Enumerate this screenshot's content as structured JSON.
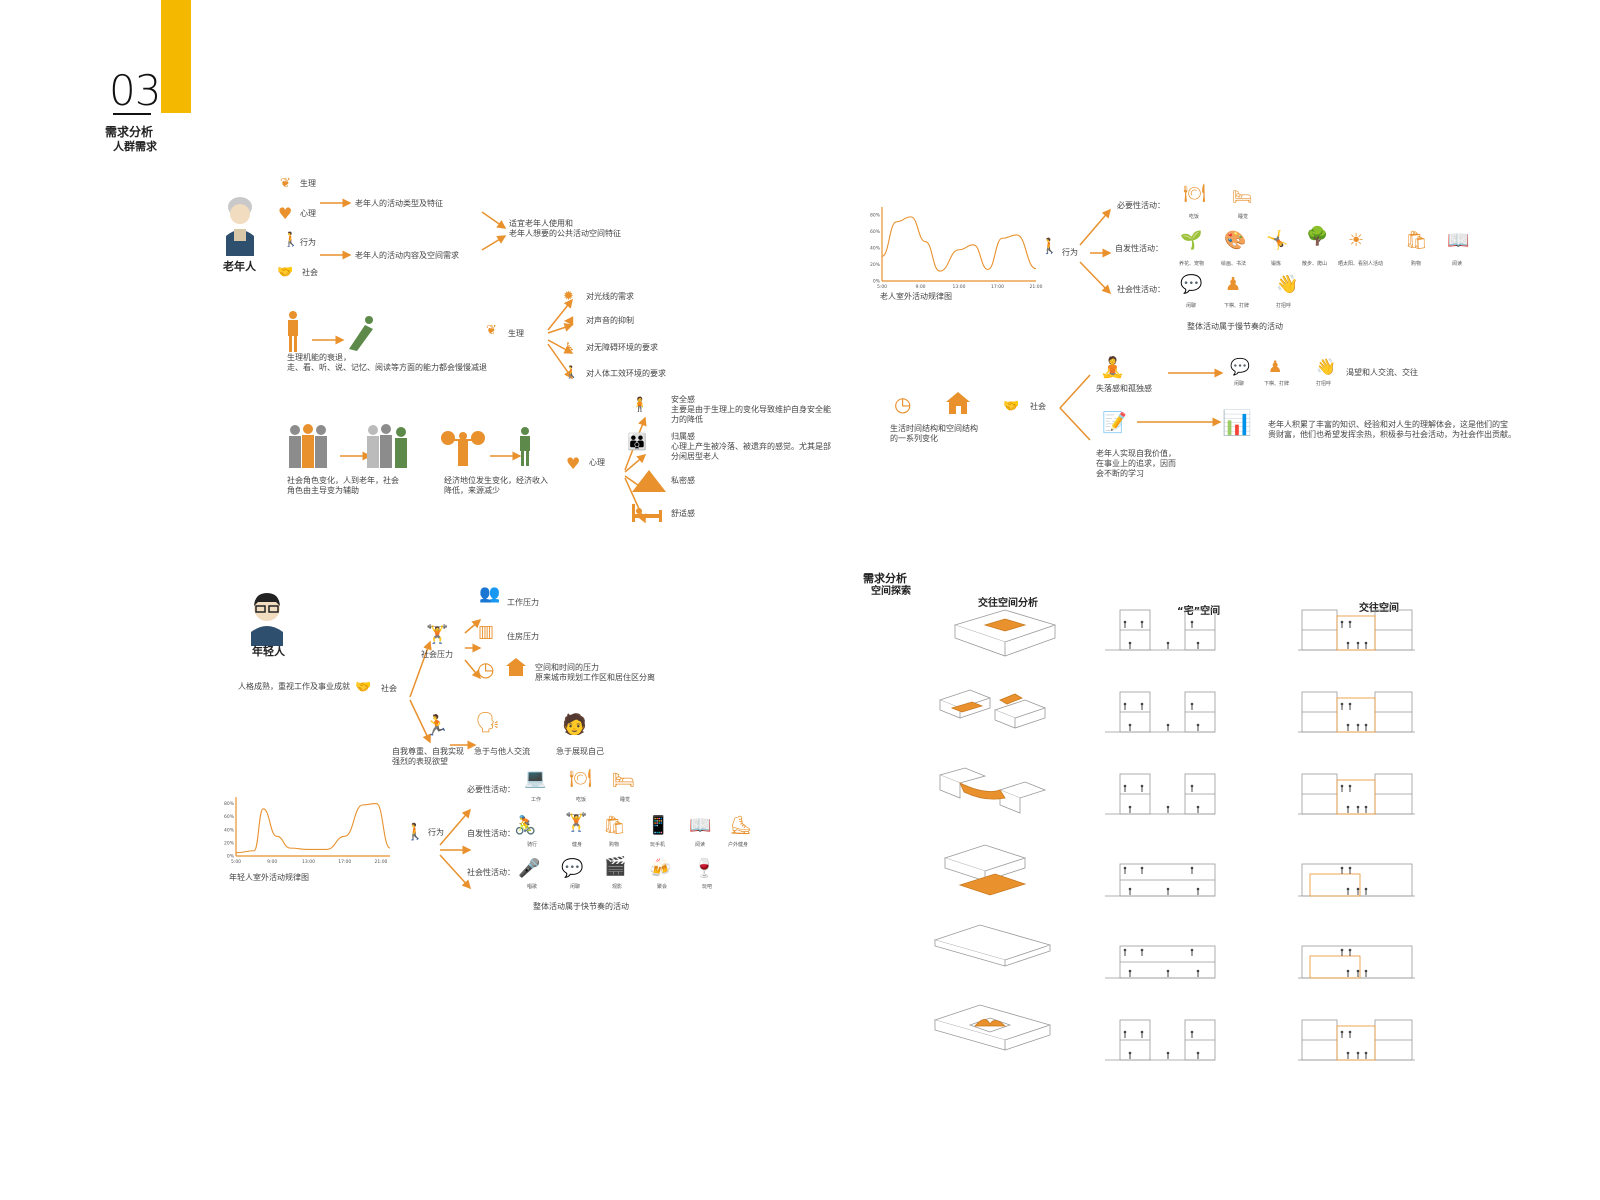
{
  "header": {
    "number": "03",
    "title": "需求分析",
    "subtitle": "人群需求"
  },
  "elderly": {
    "label": "老年人",
    "aspects": [
      "生理",
      "心理",
      "行为",
      "社会"
    ],
    "row1": "老年人的活动类型及特征",
    "row2": "老年人的活动内容及空间需求",
    "result": [
      "适宜老年人使用和",
      "老年人想要的公共活动空间特征"
    ],
    "physio_caption": [
      "生理机能的衰退，",
      "走、看、听、说、记忆、阅读等方面的能力都会慢慢减退"
    ],
    "physio_label": "生理",
    "physio_needs": [
      "对光线的需求",
      "对声音的抑制",
      "对无障碍环境的要求",
      "对人体工效环境的要求"
    ],
    "social_caption": [
      "社会角色变化，人到老年，社会",
      "角色由主导变为辅助"
    ],
    "econ_caption": [
      "经济地位发生变化，经济收入",
      "降低，来源减少"
    ],
    "psych_label": "心理",
    "psych": [
      {
        "title": "安全感",
        "desc": "主要是由于生理上的变化导致维护自身安全能力的降低"
      },
      {
        "title": "归属感",
        "desc": "心理上产生被冷落、被遗弃的感觉。尤其是部分闲居型老人"
      },
      {
        "title": "私密感",
        "desc": ""
      },
      {
        "title": "舒适感",
        "desc": ""
      }
    ]
  },
  "elderly_right": {
    "chart_caption": "老人室外活动规律图",
    "behavior_label": "行为",
    "necessary": "必要性活动：",
    "necessary_items": [
      "吃饭",
      "睡觉"
    ],
    "spontaneous": "自发性活动：",
    "spontaneous_items": [
      "养花、宠物",
      "绘画、书法",
      "锻炼",
      "散步、爬山",
      "晒太阳、看别人活动",
      "购物",
      "阅读"
    ],
    "social": "社会性活动：",
    "social_items": [
      "闲聊",
      "下棋、打牌",
      "打招呼"
    ],
    "summary": "整体活动属于慢节奏的活动",
    "change_caption": [
      "生活时间结构和空间结构",
      "的一系列变化"
    ],
    "social_label": "社会",
    "loss": "失落感和孤独感",
    "loss_items": [
      "闲聊",
      "下棋、打牌",
      "打招呼"
    ],
    "want": "渴望和人交流、交往",
    "value": [
      "老年人实现自我价值，",
      "在事业上的追求，因而",
      "会不断的学习"
    ],
    "value_desc": [
      "老年人积累了丰富的知识、经验和对人生的理解体会，这是他们的宝",
      "贵财富，他们也希望发挥余热，积极参与社会活动，为社会作出贡献。"
    ]
  },
  "youth": {
    "label": "年轻人",
    "intro": "人格成熟，重视工作及事业成就",
    "social_label": "社会",
    "pressure_label": "社会压力",
    "pressures": [
      "工作压力",
      "住房压力"
    ],
    "space_pressure": [
      "空间和时间的压力",
      "原来城市规划工作区和居住区分离"
    ],
    "self": [
      "自我尊重、自我实现",
      "强烈的表现欲望"
    ],
    "exchange": "急于与他人交流",
    "show": "急于展现自己",
    "chart_caption": "年轻人室外活动规律图",
    "behavior_label": "行为",
    "necessary": "必要性活动：",
    "necessary_items": [
      "工作",
      "吃饭",
      "睡觉"
    ],
    "spontaneous": "自发性活动：",
    "spontaneous_items": [
      "骑行",
      "健身",
      "购物",
      "玩手机",
      "阅读",
      "户外健身"
    ],
    "social": "社会性活动：",
    "social_items": [
      "唱歌",
      "闲聊",
      "观影",
      "聚会",
      "玩吧"
    ],
    "summary": "整体活动属于快节奏的活动"
  },
  "space": {
    "title": "需求分析",
    "subtitle": "空间探索",
    "col1": "交往空间分析",
    "col2": "“宅”空间",
    "col3": "交往空间"
  },
  "chart_data": [
    {
      "type": "line",
      "title": "老人室外活动规律图",
      "x": [
        "5:00",
        "9:00",
        "13:00",
        "17:00",
        "21:00"
      ],
      "yticks": [
        "0%",
        "20%",
        "40%",
        "60%",
        "80%"
      ],
      "ylim": [
        0,
        90
      ],
      "series": [
        {
          "values": [
            30,
            72,
            78,
            48,
            12,
            38,
            44,
            14,
            52,
            56,
            15
          ]
        }
      ],
      "x_points": [
        5,
        6.5,
        8,
        9.5,
        11,
        13,
        14.5,
        16,
        17.5,
        19,
        21
      ]
    },
    {
      "type": "line",
      "title": "年轻人室外活动规律图",
      "x": [
        "5:00",
        "9:00",
        "13:00",
        "17:00",
        "21:00"
      ],
      "yticks": [
        "0%",
        "20%",
        "40%",
        "60%",
        "80%"
      ],
      "ylim": [
        0,
        90
      ],
      "series": [
        {
          "values": [
            5,
            8,
            72,
            30,
            12,
            10,
            10,
            30,
            78,
            80,
            12
          ]
        }
      ],
      "x_points": [
        5,
        7,
        8,
        9.5,
        11,
        13,
        15,
        17,
        19,
        20.5,
        22
      ]
    }
  ],
  "colors": {
    "accent": "#e8912d",
    "green": "#5d8a4a",
    "gray": "#8c8c8c",
    "yellow": "#f5b800"
  }
}
